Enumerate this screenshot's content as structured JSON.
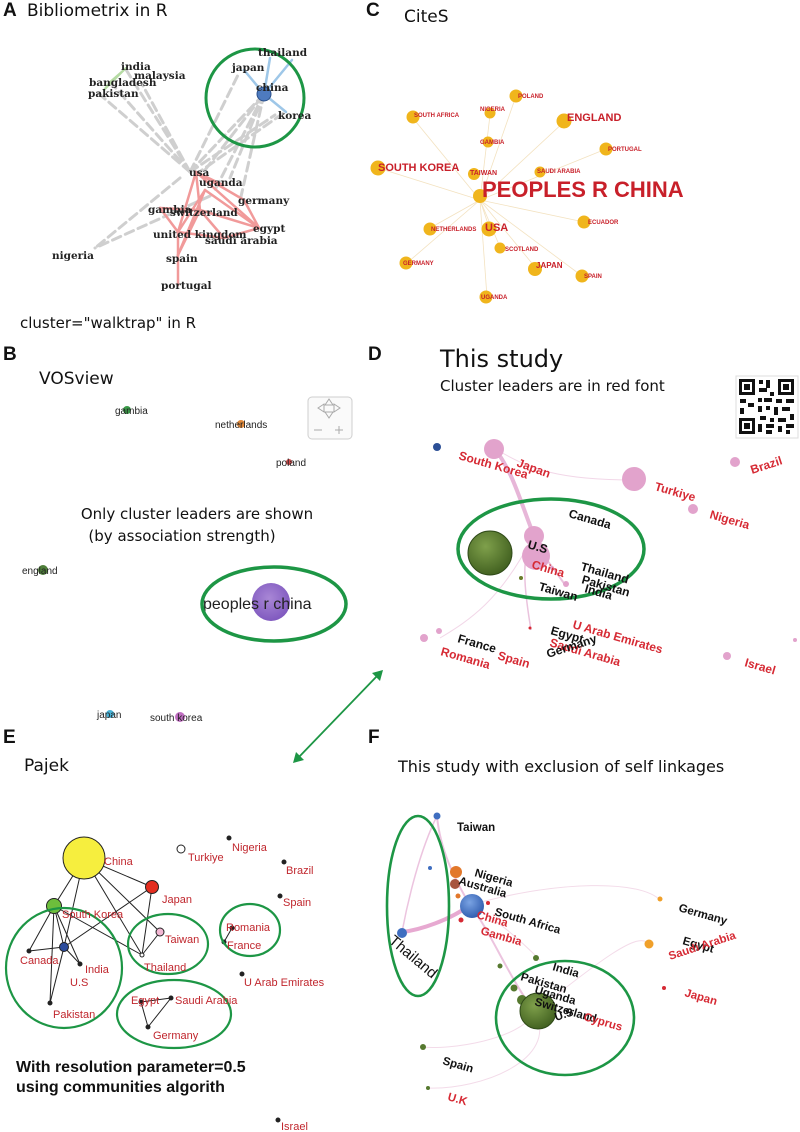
{
  "colors": {
    "cluster_ring": "#1d9645",
    "red_label": "#d62a34",
    "black_label": "#111111",
    "pink_node": "#e2a3cc",
    "olive_node": "#56792f",
    "blue_node": "#3f6ec0",
    "citespace_node": "#f0b51c"
  },
  "panels": {
    "a": {
      "letter": "A",
      "title": "Bibliometrix in R",
      "caption": "cluster=\"walktrap\" in R",
      "nodes": [
        "thailand",
        "japan",
        "china",
        "korea",
        "india",
        "malaysia",
        "bangladesh",
        "pakistan",
        "usa",
        "uganda",
        "germany",
        "gambia",
        "switzerland",
        "egypt",
        "united kingdom",
        "saudi arabia",
        "nigeria",
        "spain",
        "portugal"
      ]
    },
    "b": {
      "letter": "B",
      "title": "VOSview",
      "note_line1": "Only cluster leaders are shown",
      "note_line2": "(by association strength)",
      "nodes": [
        "gambia",
        "netherlands",
        "poland",
        "england",
        "peoples r china",
        "japan",
        "south korea"
      ]
    },
    "c": {
      "letter": "C",
      "title": "CiteS",
      "nodes": [
        "POLAND",
        "NIGERIA",
        "SOUTH AFRICA",
        "ENGLAND",
        "GAMBIA",
        "PORTUGAL",
        "SOUTH KOREA",
        "TAIWAN",
        "SAUDI ARABIA",
        "PEOPLES R CHINA",
        "ECUADOR",
        "NETHERLANDS",
        "USA",
        "SCOTLAND",
        "GERMANY",
        "JAPAN",
        "SPAIN",
        "UGANDA"
      ]
    },
    "d": {
      "letter": "D",
      "title": "This study",
      "subtitle": "Cluster leaders are in red font",
      "nodes": [
        "Japan",
        "South Korea",
        "Brazil",
        "Turkiye",
        "Nigeria",
        "Canada",
        "U.S",
        "China",
        "Thailand",
        "Pakistan",
        "India",
        "Taiwan",
        "U Arab Emirates",
        "Egypt",
        "Saudi Arabia",
        "France",
        "Germany",
        "Romania",
        "Spain",
        "Israel"
      ]
    },
    "e": {
      "letter": "E",
      "title": "Pajek",
      "note_line1": "With resolution parameter=0.5",
      "note_line2": "using communities algorith",
      "nodes": [
        "China",
        "Turkiye",
        "Nigeria",
        "Brazil",
        "Japan",
        "South Korea",
        "Spain",
        "Romania",
        "Taiwan",
        "France",
        "Canada",
        "India",
        "Thailand",
        "U.S",
        "U Arab Emirates",
        "Pakistan",
        "Egypt",
        "Saudi Arabia",
        "Germany",
        "Israel"
      ]
    },
    "f": {
      "letter": "F",
      "title": "This study with exclusion of self linkages",
      "nodes": [
        "Taiwan",
        "Nigeria",
        "Australia",
        "China",
        "South Africa",
        "Gambia",
        "Thailand",
        "Germany",
        "Egypt",
        "Saudi Arabia",
        "Japan",
        "India",
        "Pakistan",
        "Uganda",
        "Switzerland",
        "U.S",
        "Cyprus",
        "Spain",
        "U.K"
      ]
    }
  }
}
